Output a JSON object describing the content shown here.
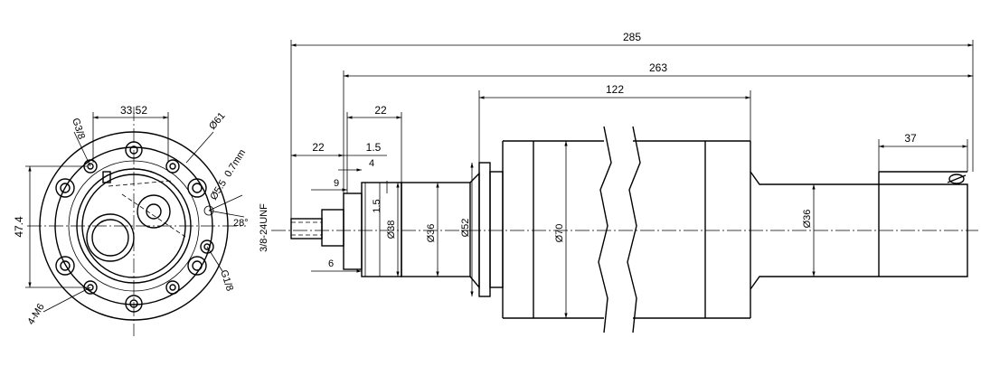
{
  "front_view": {
    "dim_top_width": "33.52",
    "dim_height": "47.4",
    "dim_bolt_circle_dia": "Ø61",
    "port_top": "G3/8",
    "port_bottom": "G1/8",
    "mount_holes": "4-M6",
    "hole_spec": "Ø5.5",
    "hole_depth": "0.7mm",
    "angle": "28°"
  },
  "side_view": {
    "dim_overall": "285",
    "dim_body": "263",
    "dim_housing": "122",
    "dim_shaft_len": "22",
    "dim_nose_len": "22",
    "dim_step_1": "1.5",
    "dim_step_2": "4",
    "dim_collar": "9",
    "dim_collar_v": "1.5",
    "dim_thread_len": "6",
    "thread_spec": "3/8-24UNF",
    "dia_38": "Ø38",
    "dia_36_front": "Ø36",
    "dia_52": "Ø52",
    "dia_70": "Ø70",
    "dia_36_rear": "Ø36",
    "dim_rear_len": "37"
  }
}
